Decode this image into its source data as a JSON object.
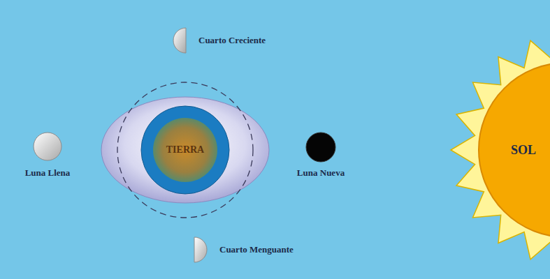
{
  "diagram": {
    "nodes": [
      {
        "text": [
          "Cuarto Creciente"
        ]
      },
      {
        "text": [
          "Luna Llena"
        ]
      },
      {
        "text": [
          "TIERRA"
        ]
      },
      {
        "text": [
          "Luna Nueva"
        ]
      },
      {
        "text": [
          "SOL"
        ]
      },
      {
        "text": [
          "Cuarto Menguante"
        ]
      }
    ]
  }
}
